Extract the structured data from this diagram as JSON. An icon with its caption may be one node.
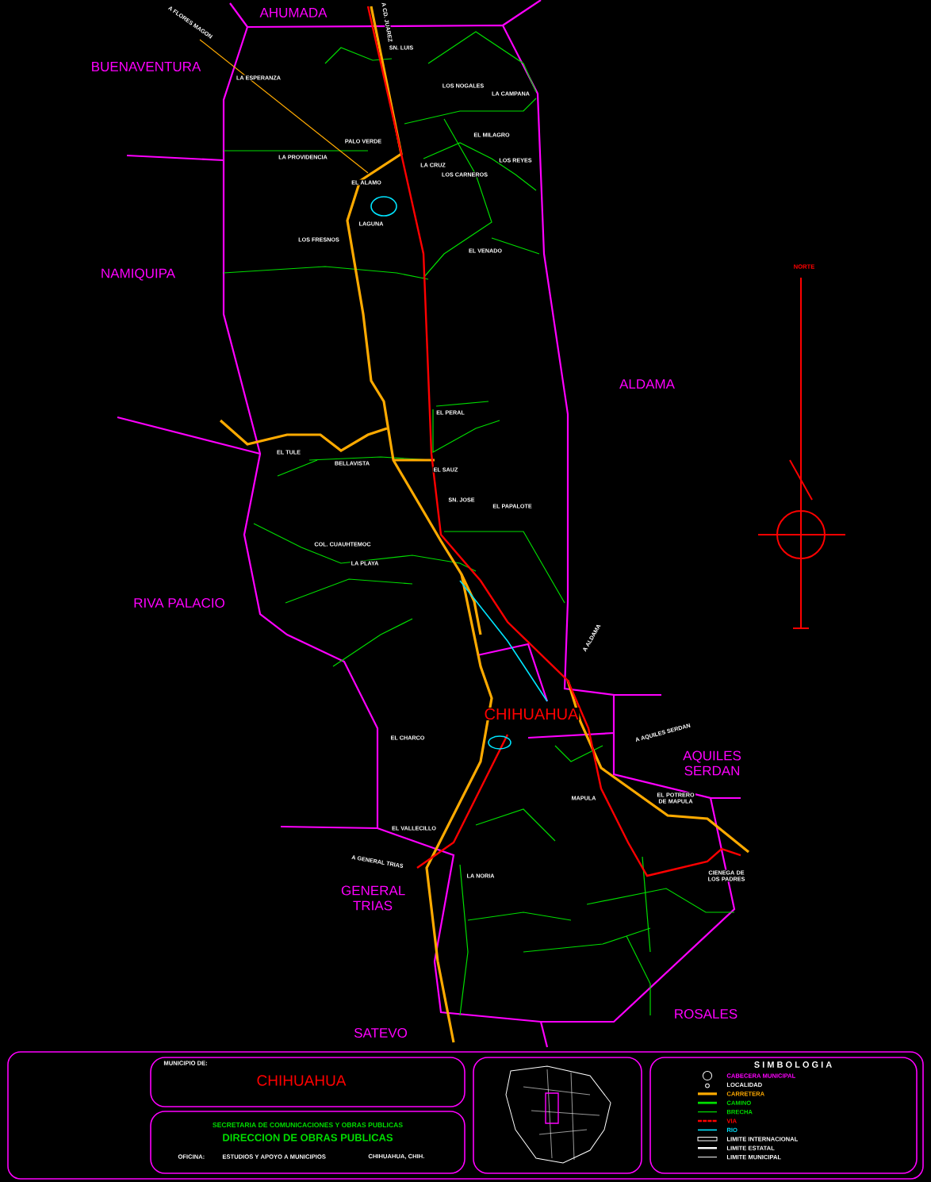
{
  "diagram": {
    "nodes": [
      {
        "text": [
          "MUNICIPIO DE:",
          "CHIHUAHUA"
        ]
      },
      {
        "text": [
          "SECRETARIA DE COMUNICACIONES Y OBRAS PUBLICAS",
          "DIRECCION DE OBRAS PUBLICAS",
          "OFICINA:",
          "ESTUDIOS Y APOYO A MUNICIPIOS",
          "CHIHUAHUA, CHIH."
        ]
      },
      {
        "text": [],
        "shape": "box"
      },
      {
        "text": [
          "S I M B O L O G I A"
        ]
      }
    ],
    "labels": [
      "AHUMADA",
      "A FLORES MAGON",
      "A CD. JUAREZ",
      "BUENAVENTURA",
      "SN. LUIS",
      "LA ESPERANZA",
      "LOS NOGALES",
      "LA CAMPANA",
      "EL MILAGRO",
      "PALO VERDE",
      "LA PROVIDENCIA",
      "LOS REYES",
      "LA CRUZ",
      "LOS CARNEROS",
      "EL ALAMO",
      "LAGUNA",
      "LOS FRESNOS",
      "EL VENADO",
      "NORTE",
      "NAMIQUIPA",
      "ALDAMA",
      "EL PERAL",
      "EL TULE",
      "BELLAVISTA",
      "EL SAUZ",
      "SN. JOSE",
      "EL PAPALOTE",
      "COL. CUAUHTEMOC",
      "LA PLAYA",
      "RIVA PALACIO",
      "A ALDAMA",
      "CHIHUAHUA",
      "A AQUILES SERDAN",
      "EL CHARCO",
      "AQUILES SERDAN",
      "MAPULA",
      "EL POTRERO DE MAPULA",
      "EL VALLECILLO",
      "A GENERAL TRIAS",
      "GENERAL TRIAS",
      "CIENEGA DE LOS PADRES",
      "LA NORIA",
      "ROSALES",
      "SATEVO"
    ],
    "legend": [
      {
        "text": "CABECERA MUNICIPAL"
      },
      {
        "text": "LOCALIDAD"
      },
      {
        "text": "CARRETERA"
      },
      {
        "text": "CAMINO"
      },
      {
        "text": "BRECHA"
      },
      {
        "text": "VIA"
      },
      {
        "text": "RIO"
      },
      {
        "text": "LIMITE INTERNACIONAL"
      },
      {
        "text": "LIMITE ESTATAL"
      },
      {
        "text": "LIMITE MUNICIPAL"
      }
    ]
  }
}
